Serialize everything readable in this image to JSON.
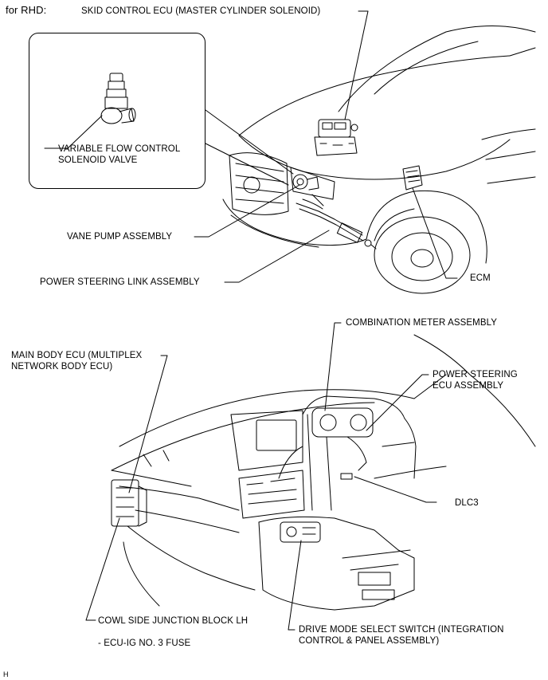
{
  "header": {
    "variant": "for RHD:"
  },
  "labels": {
    "skid_control_ecu": "SKID CONTROL ECU (MASTER CYLINDER SOLENOID)",
    "variable_flow_valve": "VARIABLE FLOW CONTROL\nSOLENOID VALVE",
    "vane_pump": "VANE PUMP ASSEMBLY",
    "power_steering_link": "POWER STEERING LINK ASSEMBLY",
    "ecm": "ECM",
    "combination_meter": "COMBINATION METER ASSEMBLY",
    "main_body_ecu": "MAIN BODY ECU (MULTIPLEX\nNETWORK BODY ECU)",
    "power_steering_ecu": "POWER STEERING\nECU ASSEMBLY",
    "dlc3": "DLC3",
    "cowl_side_junction": "COWL SIDE JUNCTION BLOCK LH",
    "ecu_ig_fuse": "- ECU-IG NO. 3 FUSE",
    "drive_mode_switch": "DRIVE MODE SELECT SWITCH (INTEGRATION\nCONTROL & PANEL ASSEMBLY)"
  },
  "footer": {
    "code": "H"
  },
  "colors": {
    "line": "#000000",
    "background": "#ffffff"
  }
}
